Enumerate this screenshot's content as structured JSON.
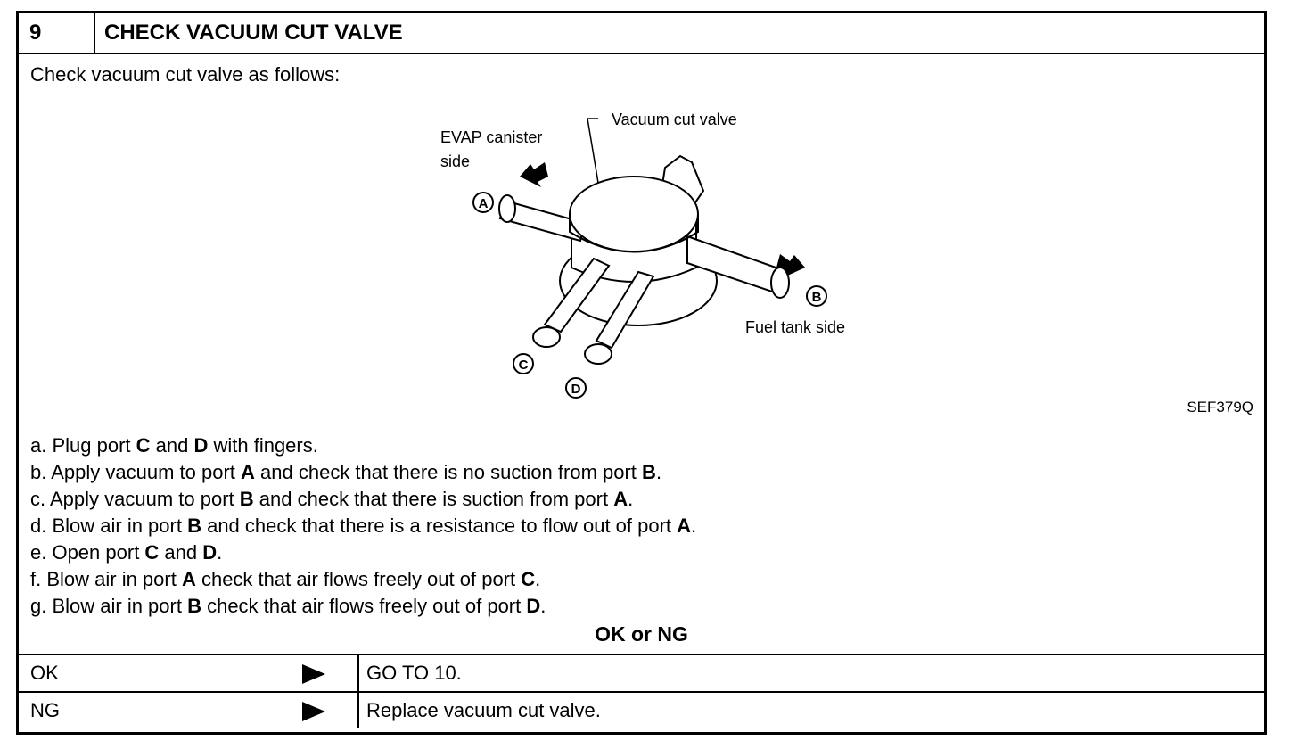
{
  "header": {
    "step_number": "9",
    "title": "CHECK VACUUM CUT VALVE"
  },
  "intro": "Check vacuum cut valve as follows:",
  "diagram": {
    "labels": {
      "valve": "Vacuum cut valve",
      "evap_line1": "EVAP canister",
      "evap_line2": "side",
      "fuel": "Fuel tank side",
      "port_a": "A",
      "port_b": "B",
      "port_c": "C",
      "port_d": "D"
    },
    "figure_id": "SEF379Q"
  },
  "steps": [
    {
      "prefix": "a.  Plug port ",
      "p1": "C",
      "mid": " and ",
      "p2": "D",
      "suffix": " with fingers."
    },
    {
      "prefix": "b.  Apply vacuum to port ",
      "p1": "A",
      "mid": " and check that there is no suction from port ",
      "p2": "B",
      "suffix": "."
    },
    {
      "prefix": "c.  Apply vacuum to port ",
      "p1": "B",
      "mid": " and check that there is suction from port ",
      "p2": "A",
      "suffix": "."
    },
    {
      "prefix": "d.  Blow air in port ",
      "p1": "B",
      "mid": " and check that there is a resistance to flow out of port ",
      "p2": "A",
      "suffix": "."
    },
    {
      "prefix": "e.  Open port ",
      "p1": "C",
      "mid": " and ",
      "p2": "D",
      "suffix": "."
    },
    {
      "prefix": "f.  Blow air in port ",
      "p1": "A",
      "mid": " check that air flows freely out of port ",
      "p2": "C",
      "suffix": "."
    },
    {
      "prefix": "g.  Blow air in port ",
      "p1": "B",
      "mid": " check that air flows freely out of port ",
      "p2": "D",
      "suffix": "."
    }
  ],
  "result_heading": "OK or NG",
  "results": [
    {
      "label": "OK",
      "action": "GO TO 10."
    },
    {
      "label": "NG",
      "action": "Replace vacuum cut valve."
    }
  ]
}
